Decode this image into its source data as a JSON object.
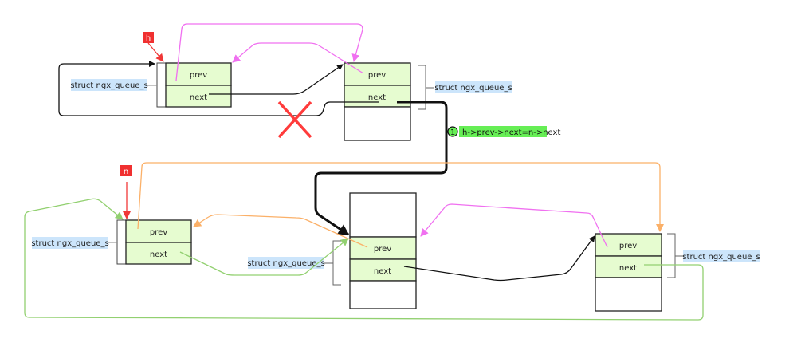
{
  "colors": {
    "field_fill": "#e6fcd0",
    "node_stroke": "#333333",
    "label_bg": "#cce5fb",
    "pointer_bg": "#f03030",
    "pointer_text": "#ffffff",
    "step_bg": "#66ee55",
    "cross": "#ff3b3b",
    "link_black": "#111111",
    "link_pink": "#f070f0",
    "link_orange": "#fbb068",
    "link_green": "#92d070",
    "link_red": "#f03838"
  },
  "nodes": {
    "h_node": {
      "prev_label": "prev",
      "next_label": "next",
      "struct_label": "struct ngx_queue_s",
      "pointer_label": "h"
    },
    "h_next_node": {
      "prev_label": "prev",
      "next_label": "next",
      "struct_label": "struct ngx_queue_s"
    },
    "n_node": {
      "prev_label": "prev",
      "next_label": "next",
      "struct_label": "struct ngx_queue_s",
      "pointer_label": "n"
    },
    "middle_node": {
      "prev_label": "prev",
      "next_label": "next",
      "struct_label": "struct ngx_queue_s"
    },
    "right_node": {
      "prev_label": "prev",
      "next_label": "next",
      "struct_label": "struct ngx_queue_s"
    }
  },
  "step": {
    "number": "1",
    "text": "h->prev->next=n->next"
  },
  "removed_link_marker": "cross-icon"
}
